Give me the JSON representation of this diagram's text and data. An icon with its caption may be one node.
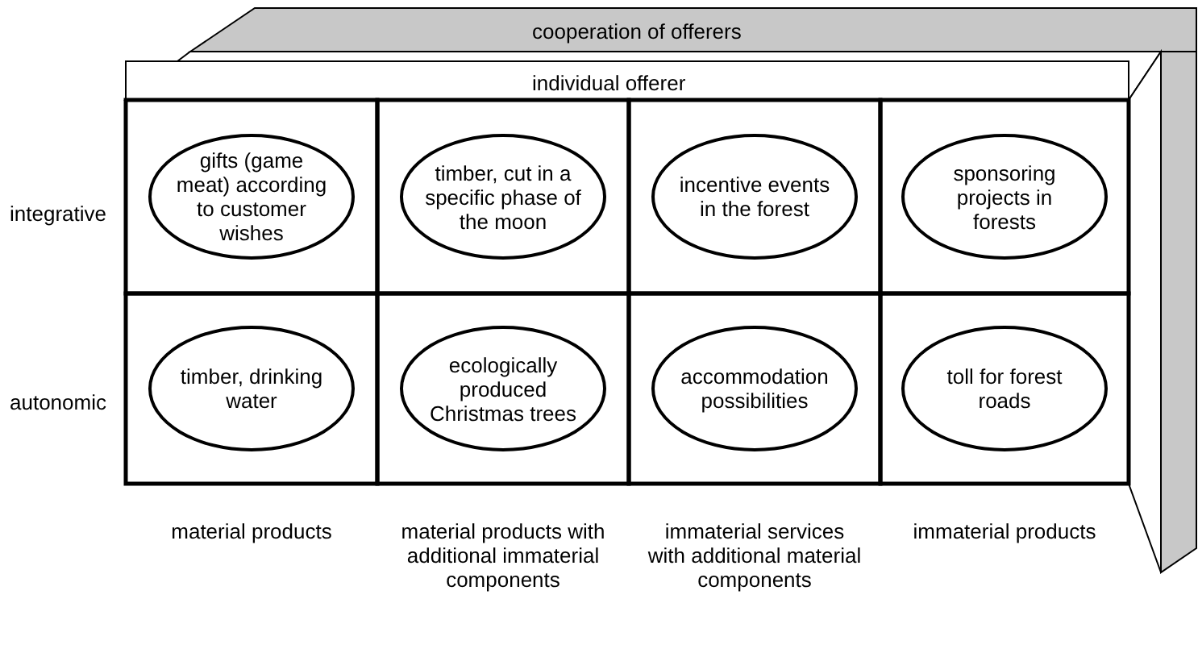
{
  "diagram": {
    "nodes": [
      {
        "text": [
          "gifts (game meat) according to customer wishes"
        ]
      },
      {
        "text": [
          "timber, cut in a specific phase of the moon"
        ]
      },
      {
        "text": [
          "incentive events in the forest"
        ]
      },
      {
        "text": [
          "sponsoring projects in forests"
        ]
      },
      {
        "text": [
          "timber, drinking water"
        ]
      },
      {
        "text": [
          "ecologically produced Christmas trees"
        ]
      },
      {
        "text": [
          "accommodation possibilities"
        ]
      },
      {
        "text": [
          "toll for forest roads"
        ]
      }
    ],
    "labels": [
      "cooperation of offerers",
      "individual offerer",
      "integrative",
      "autonomic",
      "material products",
      "material products with additional immaterial components",
      "immaterial services with additional material components",
      "immaterial products"
    ]
  }
}
